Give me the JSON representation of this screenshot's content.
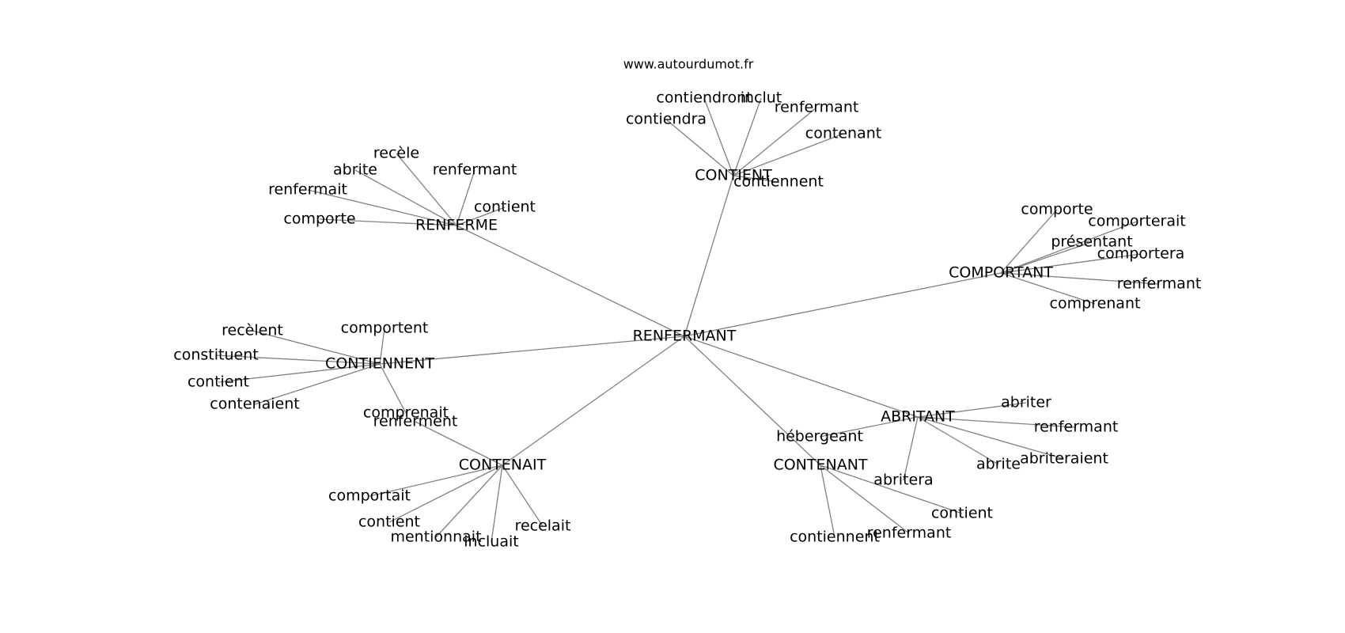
{
  "site": "www.autourdumot.fr",
  "root": "RENFERMANT",
  "hubs": [
    {
      "label": "RENFERME",
      "words": [
        "recèle",
        "abrite",
        "renfermant",
        "renfermait",
        "contient",
        "comporte"
      ]
    },
    {
      "label": "CONTIENT",
      "words": [
        "contiendront",
        "inclut",
        "renfermant",
        "contiendra",
        "contenant",
        "contiennent"
      ]
    },
    {
      "label": "COMPORTANT",
      "words": [
        "comporte",
        "comporterait",
        "présentant",
        "comportera",
        "renfermant",
        "comprenant"
      ]
    },
    {
      "label": "CONTIENNENT",
      "words": [
        "recèlent",
        "comportent",
        "constituent",
        "contient",
        "contenaient",
        "comprenait"
      ]
    },
    {
      "label": "CONTENAIT",
      "words": [
        "renferment",
        "comportait",
        "contient",
        "mentionnait",
        "incluait",
        "recelait"
      ]
    },
    {
      "label": "ABRITANT",
      "words": [
        "abriter",
        "renfermant",
        "hébergeant",
        "abriteraient",
        "abrite",
        "abritera"
      ]
    },
    {
      "label": "CONTENANT",
      "words": [
        "contient",
        "renfermant",
        "contiennent"
      ]
    }
  ]
}
